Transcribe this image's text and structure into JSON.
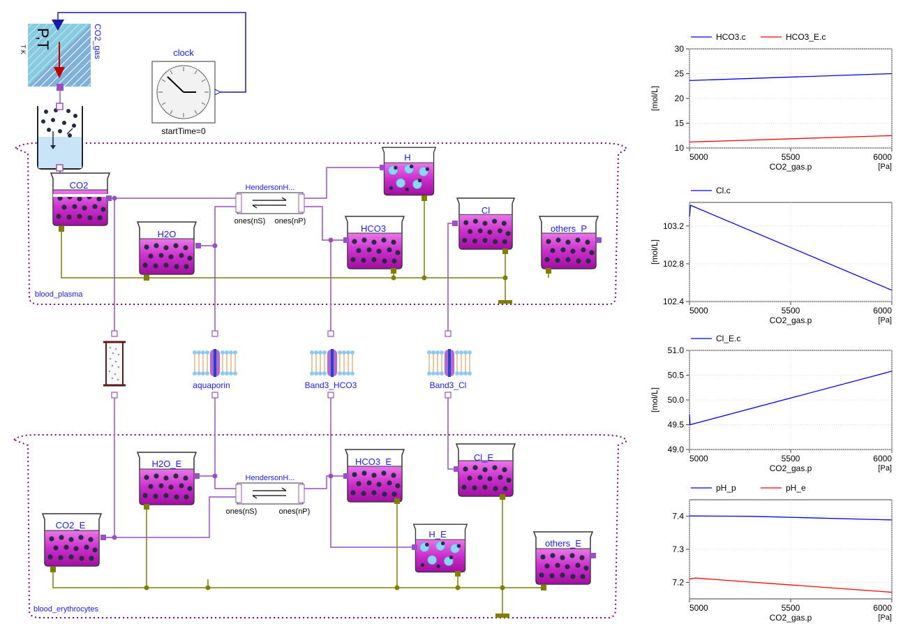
{
  "diagram": {
    "gas_source": {
      "name": "CO2_gas",
      "symbol": "P,T",
      "unit_label": "T K"
    },
    "clock": {
      "name": "clock",
      "param": "startTime=0"
    },
    "compartments": {
      "plasma": "blood_plasma",
      "erythrocytes": "blood_erythrocytes"
    },
    "substances_plasma": {
      "co2": "CO2",
      "h2o": "H2O",
      "h": "H",
      "hco3": "HCO3",
      "cl": "Cl",
      "others": "others_P"
    },
    "substances_erythrocytes": {
      "co2": "CO2_E",
      "h2o": "H2O_E",
      "h": "H_E",
      "hco3": "HCO3_E",
      "cl": "Cl_E",
      "others": "others_E"
    },
    "reaction_plasma": {
      "name": "HendersonH...",
      "left_port": "ones(nS)",
      "right_port": "ones(nP)"
    },
    "reaction_erythrocytes": {
      "name": "HendersonH...",
      "left_port": "ones(nS)",
      "right_port": "ones(nP)"
    },
    "membranes": {
      "aquaporin": "aquaporin",
      "band3_hco3": "Band3_HCO3",
      "band3_cl": "Band3_Cl"
    },
    "colors": {
      "connector": "#9b4fc4",
      "ground": "#7f7f00",
      "liquid": "#cc2ecc",
      "gas_arrow": "#c00000"
    }
  },
  "chart_data": [
    {
      "type": "line",
      "series": [
        {
          "name": "HCO3.c",
          "color": "#0000ff",
          "x": [
            5000,
            6000
          ],
          "y": [
            23.6,
            25.0
          ]
        },
        {
          "name": "HCO3_E.c",
          "color": "#ff0000",
          "x": [
            5000,
            6000
          ],
          "y": [
            11.2,
            12.5
          ]
        }
      ],
      "xlabel": "CO2_gas.p",
      "xunit": "[Pa]",
      "ylabel": "[mol/L]",
      "xlim": [
        5000,
        6000
      ],
      "ylim": [
        10,
        30
      ],
      "xticks": [
        "5000",
        "5500",
        "6000"
      ],
      "yticks": [
        "10",
        "15",
        "20",
        "25",
        "30"
      ],
      "grid": true,
      "legend": "top-left"
    },
    {
      "type": "line",
      "series": [
        {
          "name": "Cl.c",
          "color": "#0000ff",
          "x": [
            5000,
            5005,
            6000
          ],
          "y": [
            103.3,
            103.42,
            102.52
          ]
        }
      ],
      "xlabel": "CO2_gas.p",
      "xunit": "[Pa]",
      "ylabel": "[mol/L]",
      "xlim": [
        5000,
        6000
      ],
      "ylim": [
        102.4,
        103.45
      ],
      "xticks": [
        "5000",
        "5500",
        "6000"
      ],
      "yticks": [
        "102.4",
        "102.8",
        "103.2"
      ],
      "grid": true,
      "legend": "top-left"
    },
    {
      "type": "line",
      "series": [
        {
          "name": "Cl_E.c",
          "color": "#0000ff",
          "x": [
            5000,
            5003,
            6000
          ],
          "y": [
            49.7,
            49.5,
            50.58
          ]
        }
      ],
      "xlabel": "CO2_gas.p",
      "xunit": "[Pa]",
      "ylabel": "[mol/L]",
      "xlim": [
        5000,
        6000
      ],
      "ylim": [
        49.0,
        51.0
      ],
      "xticks": [
        "5000",
        "5500",
        "6000"
      ],
      "yticks": [
        "49.0",
        "49.5",
        "50.0",
        "50.5",
        "51.0"
      ],
      "grid": true,
      "legend": "top-left"
    },
    {
      "type": "line",
      "series": [
        {
          "name": "pH_p",
          "color": "#0000ff",
          "x": [
            5000,
            5300,
            6000
          ],
          "y": [
            7.401,
            7.4,
            7.389
          ]
        },
        {
          "name": "pH_e",
          "color": "#ff0000",
          "x": [
            5000,
            5030,
            6000
          ],
          "y": [
            7.21,
            7.213,
            7.17
          ]
        }
      ],
      "xlabel": "CO2_gas.p",
      "xunit": "[Pa]",
      "ylabel": "",
      "xlim": [
        5000,
        6000
      ],
      "ylim": [
        7.15,
        7.45
      ],
      "xticks": [
        "5000",
        "5500",
        "6000"
      ],
      "yticks": [
        "7.2",
        "7.3",
        "7.4"
      ],
      "grid": true,
      "legend": "top-left"
    }
  ]
}
